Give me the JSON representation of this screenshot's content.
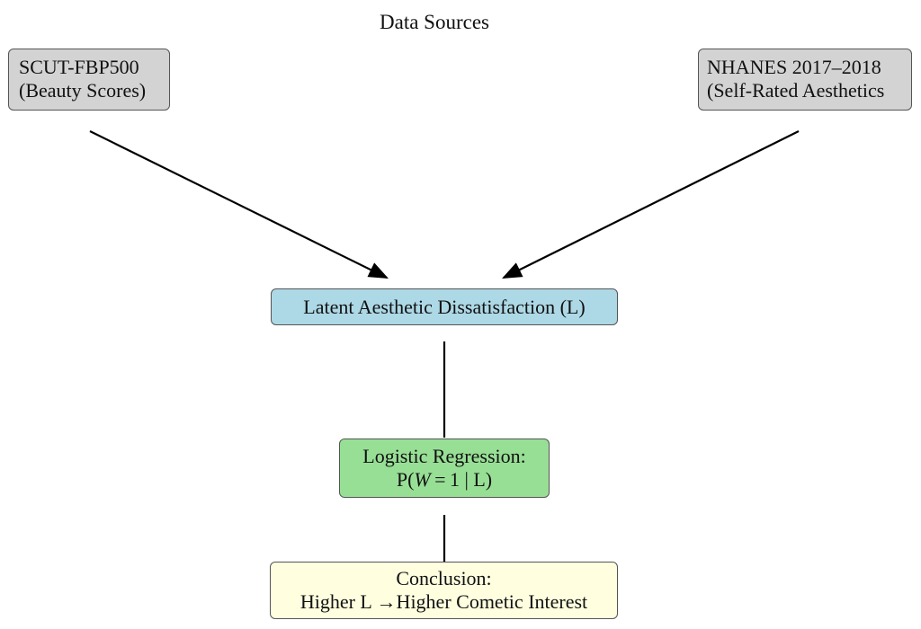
{
  "diagram": {
    "title": "Data Sources",
    "nodes": {
      "scut": {
        "line1": "SCUT-FBP500",
        "line2": "(Beauty Scores)",
        "color": "#d3d3d3"
      },
      "nhanes": {
        "line1": "NHANES 2017–2018",
        "line2": "(Self-Rated Aesthetics",
        "color": "#d3d3d3"
      },
      "latent": {
        "line1": "Latent Aesthetic Dissatisfaction (L)",
        "color": "#add8e6"
      },
      "logit": {
        "line1": "Logistic Regression:",
        "line2_prefix": "P(",
        "line2_var": "W",
        "line2_suffix": " = 1 | L)",
        "color": "#98df96"
      },
      "conclusion": {
        "line1": "Conclusion:",
        "line2": "Higher L →Higher Cometic Interest",
        "color": "#ffffe0"
      }
    },
    "edges": [
      {
        "from": "scut",
        "to": "latent",
        "arrow": true
      },
      {
        "from": "nhanes",
        "to": "latent",
        "arrow": true
      },
      {
        "from": "latent",
        "to": "logit",
        "arrow": false
      },
      {
        "from": "logit",
        "to": "conclusion",
        "arrow": false
      }
    ]
  }
}
